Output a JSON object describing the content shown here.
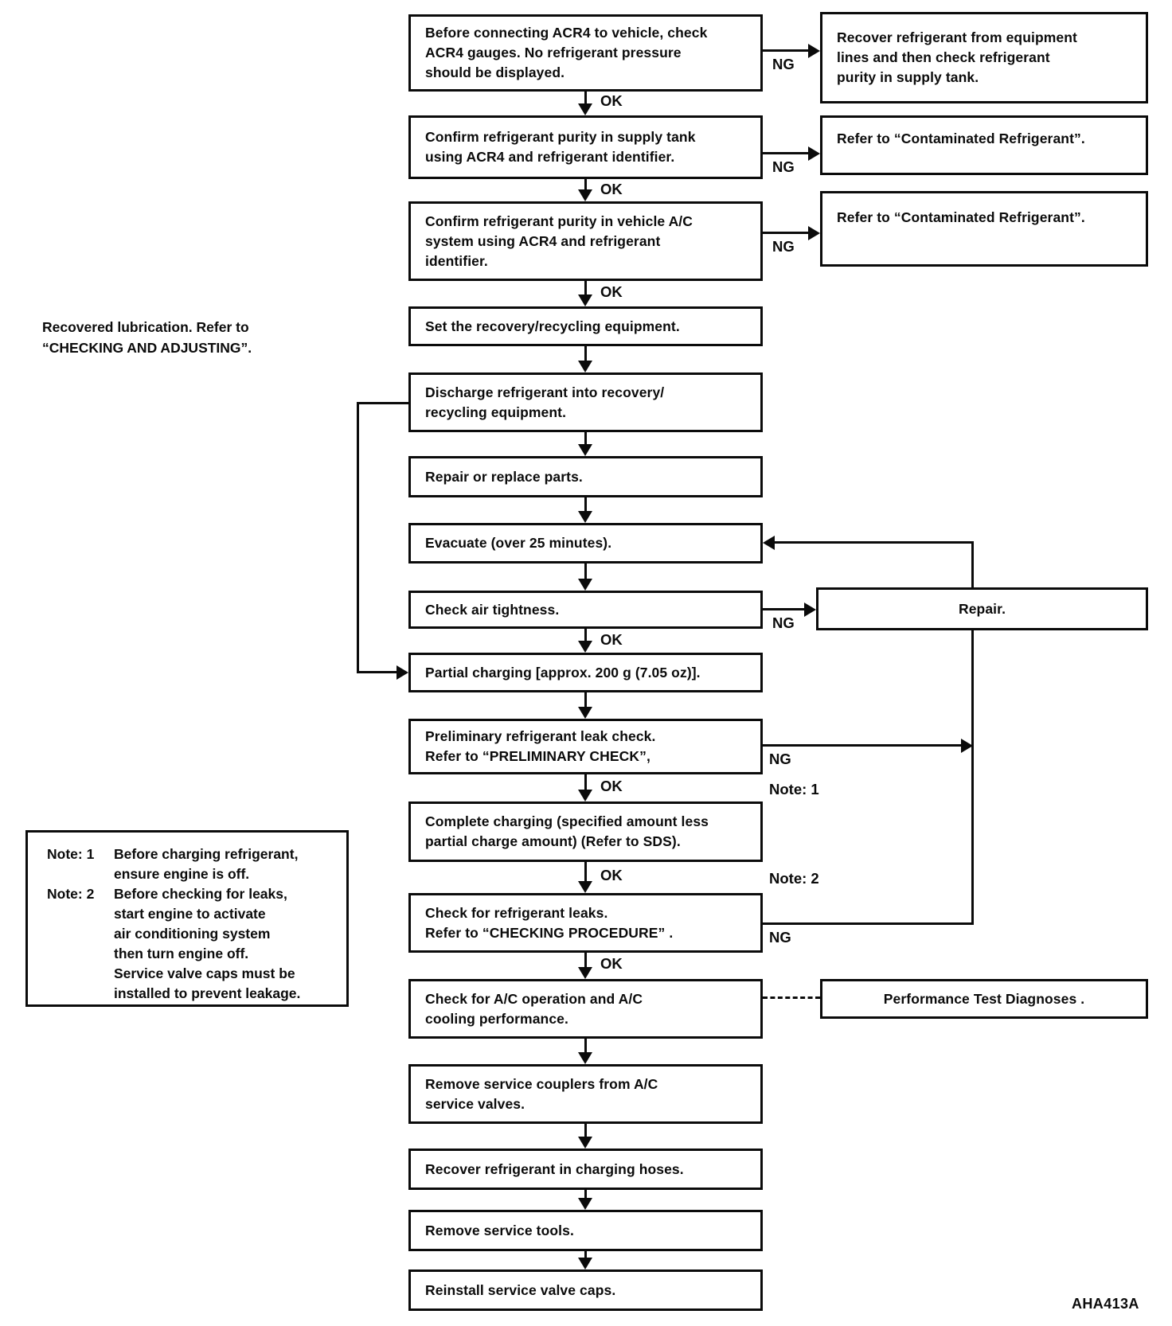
{
  "diagram": {
    "title_hint": "Refrigerant service procedure flowchart",
    "labels": {
      "ok": "OK",
      "ng": "NG",
      "note_1": "Note: 1",
      "note_2": "Note: 2"
    },
    "flow": [
      {
        "id": "check-acr4-gauges",
        "lines": [
          "Before connecting ACR4 to vehicle, check",
          "ACR4 gauges.  No refrigerant pressure",
          "should be displayed."
        ]
      },
      {
        "id": "confirm-purity-supply",
        "lines": [
          "Confirm refrigerant purity in supply tank",
          "using ACR4 and refrigerant identifier."
        ]
      },
      {
        "id": "confirm-purity-vehicle",
        "lines": [
          "Confirm refrigerant purity in vehicle A/C",
          "system using ACR4 and refrigerant",
          "identifier."
        ]
      },
      {
        "id": "set-equipment",
        "lines": [
          "Set the recovery/recycling equipment."
        ]
      },
      {
        "id": "discharge-refrigerant",
        "lines": [
          "Discharge refrigerant into recovery/",
          "recycling equipment."
        ]
      },
      {
        "id": "repair-or-replace",
        "lines": [
          "Repair or replace parts."
        ]
      },
      {
        "id": "evacuate",
        "lines": [
          "Evacuate (over 25 minutes)."
        ]
      },
      {
        "id": "check-air-tightness",
        "lines": [
          "Check air tightness."
        ]
      },
      {
        "id": "partial-charging",
        "lines": [
          "Partial charging [approx. 200 g (7.05 oz)]."
        ]
      },
      {
        "id": "preliminary-leak-check",
        "lines": [
          "Preliminary refrigerant leak check.",
          "Refer to “PRELIMINARY CHECK”,"
        ]
      },
      {
        "id": "complete-charging",
        "lines": [
          "Complete charging (specified amount less",
          "partial charge amount) (Refer to SDS)."
        ]
      },
      {
        "id": "check-refrigerant-leaks",
        "lines": [
          "Check for refrigerant leaks.",
          "Refer to “CHECKING PROCEDURE” ."
        ]
      },
      {
        "id": "check-ac-operation",
        "lines": [
          "Check for A/C operation and A/C",
          "cooling performance."
        ]
      },
      {
        "id": "remove-service-couplers",
        "lines": [
          "Remove service couplers from A/C",
          "service valves."
        ]
      },
      {
        "id": "recover-charging-hoses",
        "lines": [
          "Recover refrigerant in charging hoses."
        ]
      },
      {
        "id": "remove-service-tools",
        "lines": [
          "Remove service tools."
        ]
      },
      {
        "id": "reinstall-valve-caps",
        "lines": [
          "Reinstall service valve caps."
        ]
      }
    ],
    "side": {
      "recover_equipment": {
        "lines": [
          "Recover refrigerant from equipment",
          "lines and then check refrigerant",
          "purity in supply tank."
        ]
      },
      "contaminated_1": {
        "lines": [
          "Refer to “Contaminated Refrigerant”."
        ]
      },
      "contaminated_2": {
        "lines": [
          "Refer to “Contaminated Refrigerant”."
        ]
      },
      "repair": {
        "lines": [
          "Repair."
        ]
      },
      "performance": {
        "lines": [
          "Performance Test Diagnoses ."
        ]
      }
    },
    "notes": {
      "recovered_lubrication": [
        "Recovered lubrication.  Refer to",
        "“CHECKING AND ADJUSTING”."
      ],
      "items": [
        {
          "label": "Note: 1",
          "text": "Before charging refrigerant,"
        },
        {
          "label": "",
          "text": "ensure engine is off."
        },
        {
          "label": "Note: 2",
          "text": "Before checking for leaks,"
        },
        {
          "label": "",
          "text": "start engine to activate"
        },
        {
          "label": "",
          "text": "air conditioning system"
        },
        {
          "label": "",
          "text": "then turn engine off."
        },
        {
          "label": "",
          "text": "Service valve caps must be"
        },
        {
          "label": "",
          "text": "installed to prevent leakage."
        }
      ]
    },
    "footer": {
      "code": "AHA413A"
    }
  }
}
